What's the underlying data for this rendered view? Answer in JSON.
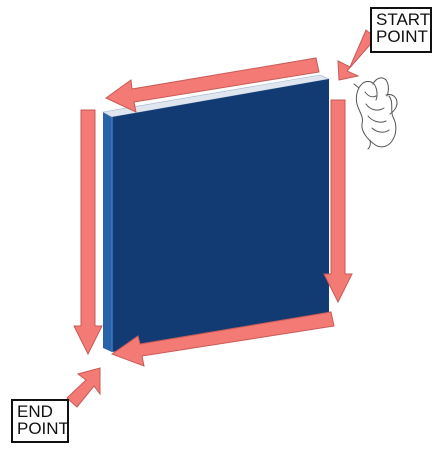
{
  "labels": {
    "start": [
      "START",
      "POINT"
    ],
    "end": [
      "END",
      "POINT"
    ]
  },
  "colors": {
    "panel_front": "#123b73",
    "panel_edge": "#2a62a8",
    "panel_top": "#dfe6f0",
    "arrow_fill": "#f47a76",
    "arrow_stroke": "#c85a56",
    "label_border": "#111111"
  },
  "icons": {
    "hand": "hand-pointing-icon"
  }
}
